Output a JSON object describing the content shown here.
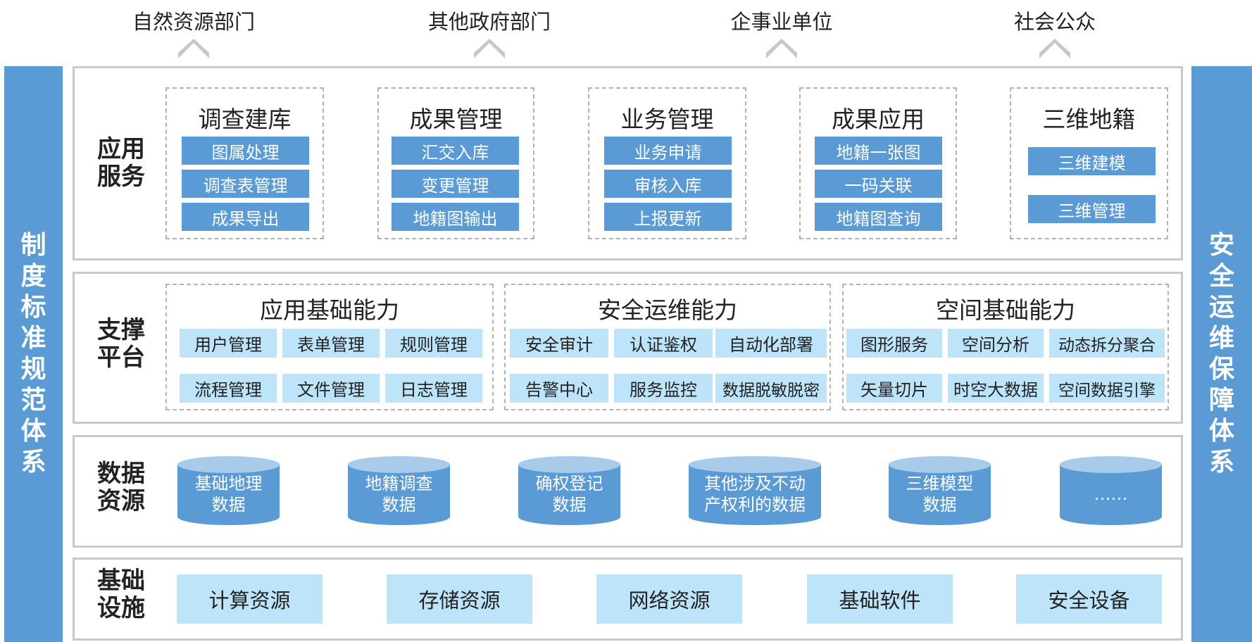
{
  "audiences": [
    "自然资源部门",
    "其他政府部门",
    "企事业单位",
    "社会公众"
  ],
  "left_pillar": "制度标准规范体系",
  "right_pillar": "安全运维保障体系",
  "layers": {
    "app": {
      "label": "应用\n服务",
      "groups": [
        {
          "title": "调查建库",
          "items": [
            "图属处理",
            "调查表管理",
            "成果导出"
          ]
        },
        {
          "title": "成果管理",
          "items": [
            "汇交入库",
            "变更管理",
            "地籍图输出"
          ]
        },
        {
          "title": "业务管理",
          "items": [
            "业务申请",
            "审核入库",
            "上报更新"
          ]
        },
        {
          "title": "成果应用",
          "items": [
            "地籍一张图",
            "一码关联",
            "地籍图查询"
          ]
        },
        {
          "title": "三维地籍",
          "items": [
            "三维建模",
            "三维管理"
          ]
        }
      ]
    },
    "platform": {
      "label": "支撑\n平台",
      "groups": [
        {
          "title": "应用基础能力",
          "items": [
            "用户管理",
            "表单管理",
            "规则管理",
            "流程管理",
            "文件管理",
            "日志管理"
          ]
        },
        {
          "title": "安全运维能力",
          "items": [
            "安全审计",
            "认证鉴权",
            "自动化部署",
            "告警中心",
            "服务监控",
            "数据脱敏脱密"
          ]
        },
        {
          "title": "空间基础能力",
          "items": [
            "图形服务",
            "空间分析",
            "动态拆分聚合",
            "矢量切片",
            "时空大数据",
            "空间数据引擎"
          ]
        }
      ]
    },
    "data": {
      "label": "数据\n资源",
      "items": [
        "基础地理\n数据",
        "地籍调查\n数据",
        "确权登记\n数据",
        "其他涉及不动\n产权利的数据",
        "三维模型\n数据",
        "……"
      ]
    },
    "infra": {
      "label": "基础\n设施",
      "items": [
        "计算资源",
        "存储资源",
        "网络资源",
        "基础软件",
        "安全设备"
      ]
    }
  },
  "colors": {
    "primary_blue": "#5b9bd5",
    "light_blue": "#bde4f9",
    "border_gray": "#c8c8c8"
  }
}
